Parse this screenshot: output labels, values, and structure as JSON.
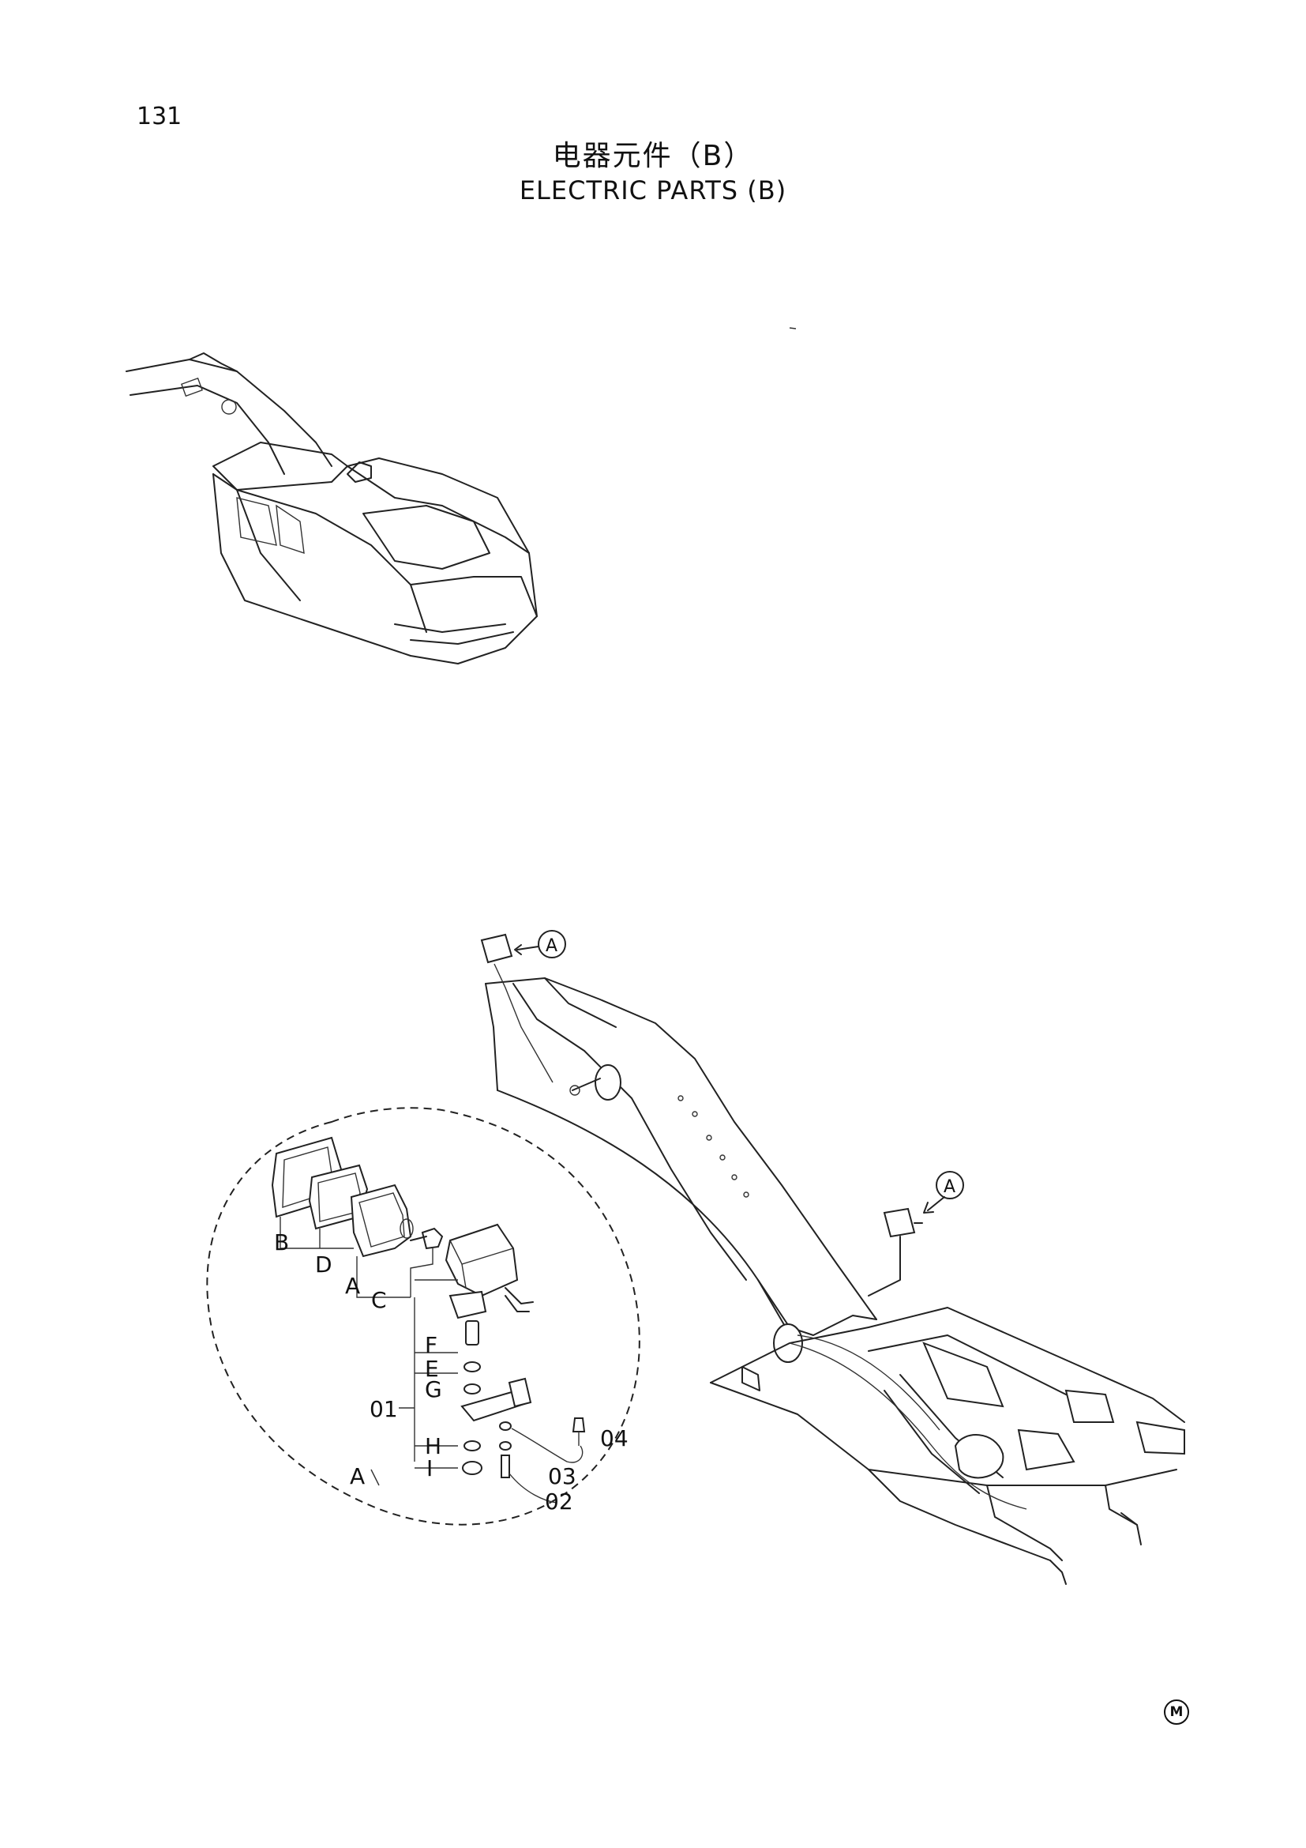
{
  "page_number": "131",
  "title_cn": "电器元件（B）",
  "title_en": "ELECTRIC PARTS (B)",
  "detail_ref": "A",
  "callouts": [
    "A",
    "A"
  ],
  "detail_labels": {
    "B": "B",
    "D": "D",
    "A": "A",
    "C": "C",
    "F": "F",
    "E": "E",
    "G": "G",
    "H": "H",
    "I": "I",
    "assembly": "A"
  },
  "part_numbers": [
    "01",
    "02",
    "03",
    "04"
  ],
  "footer_mark": "M"
}
